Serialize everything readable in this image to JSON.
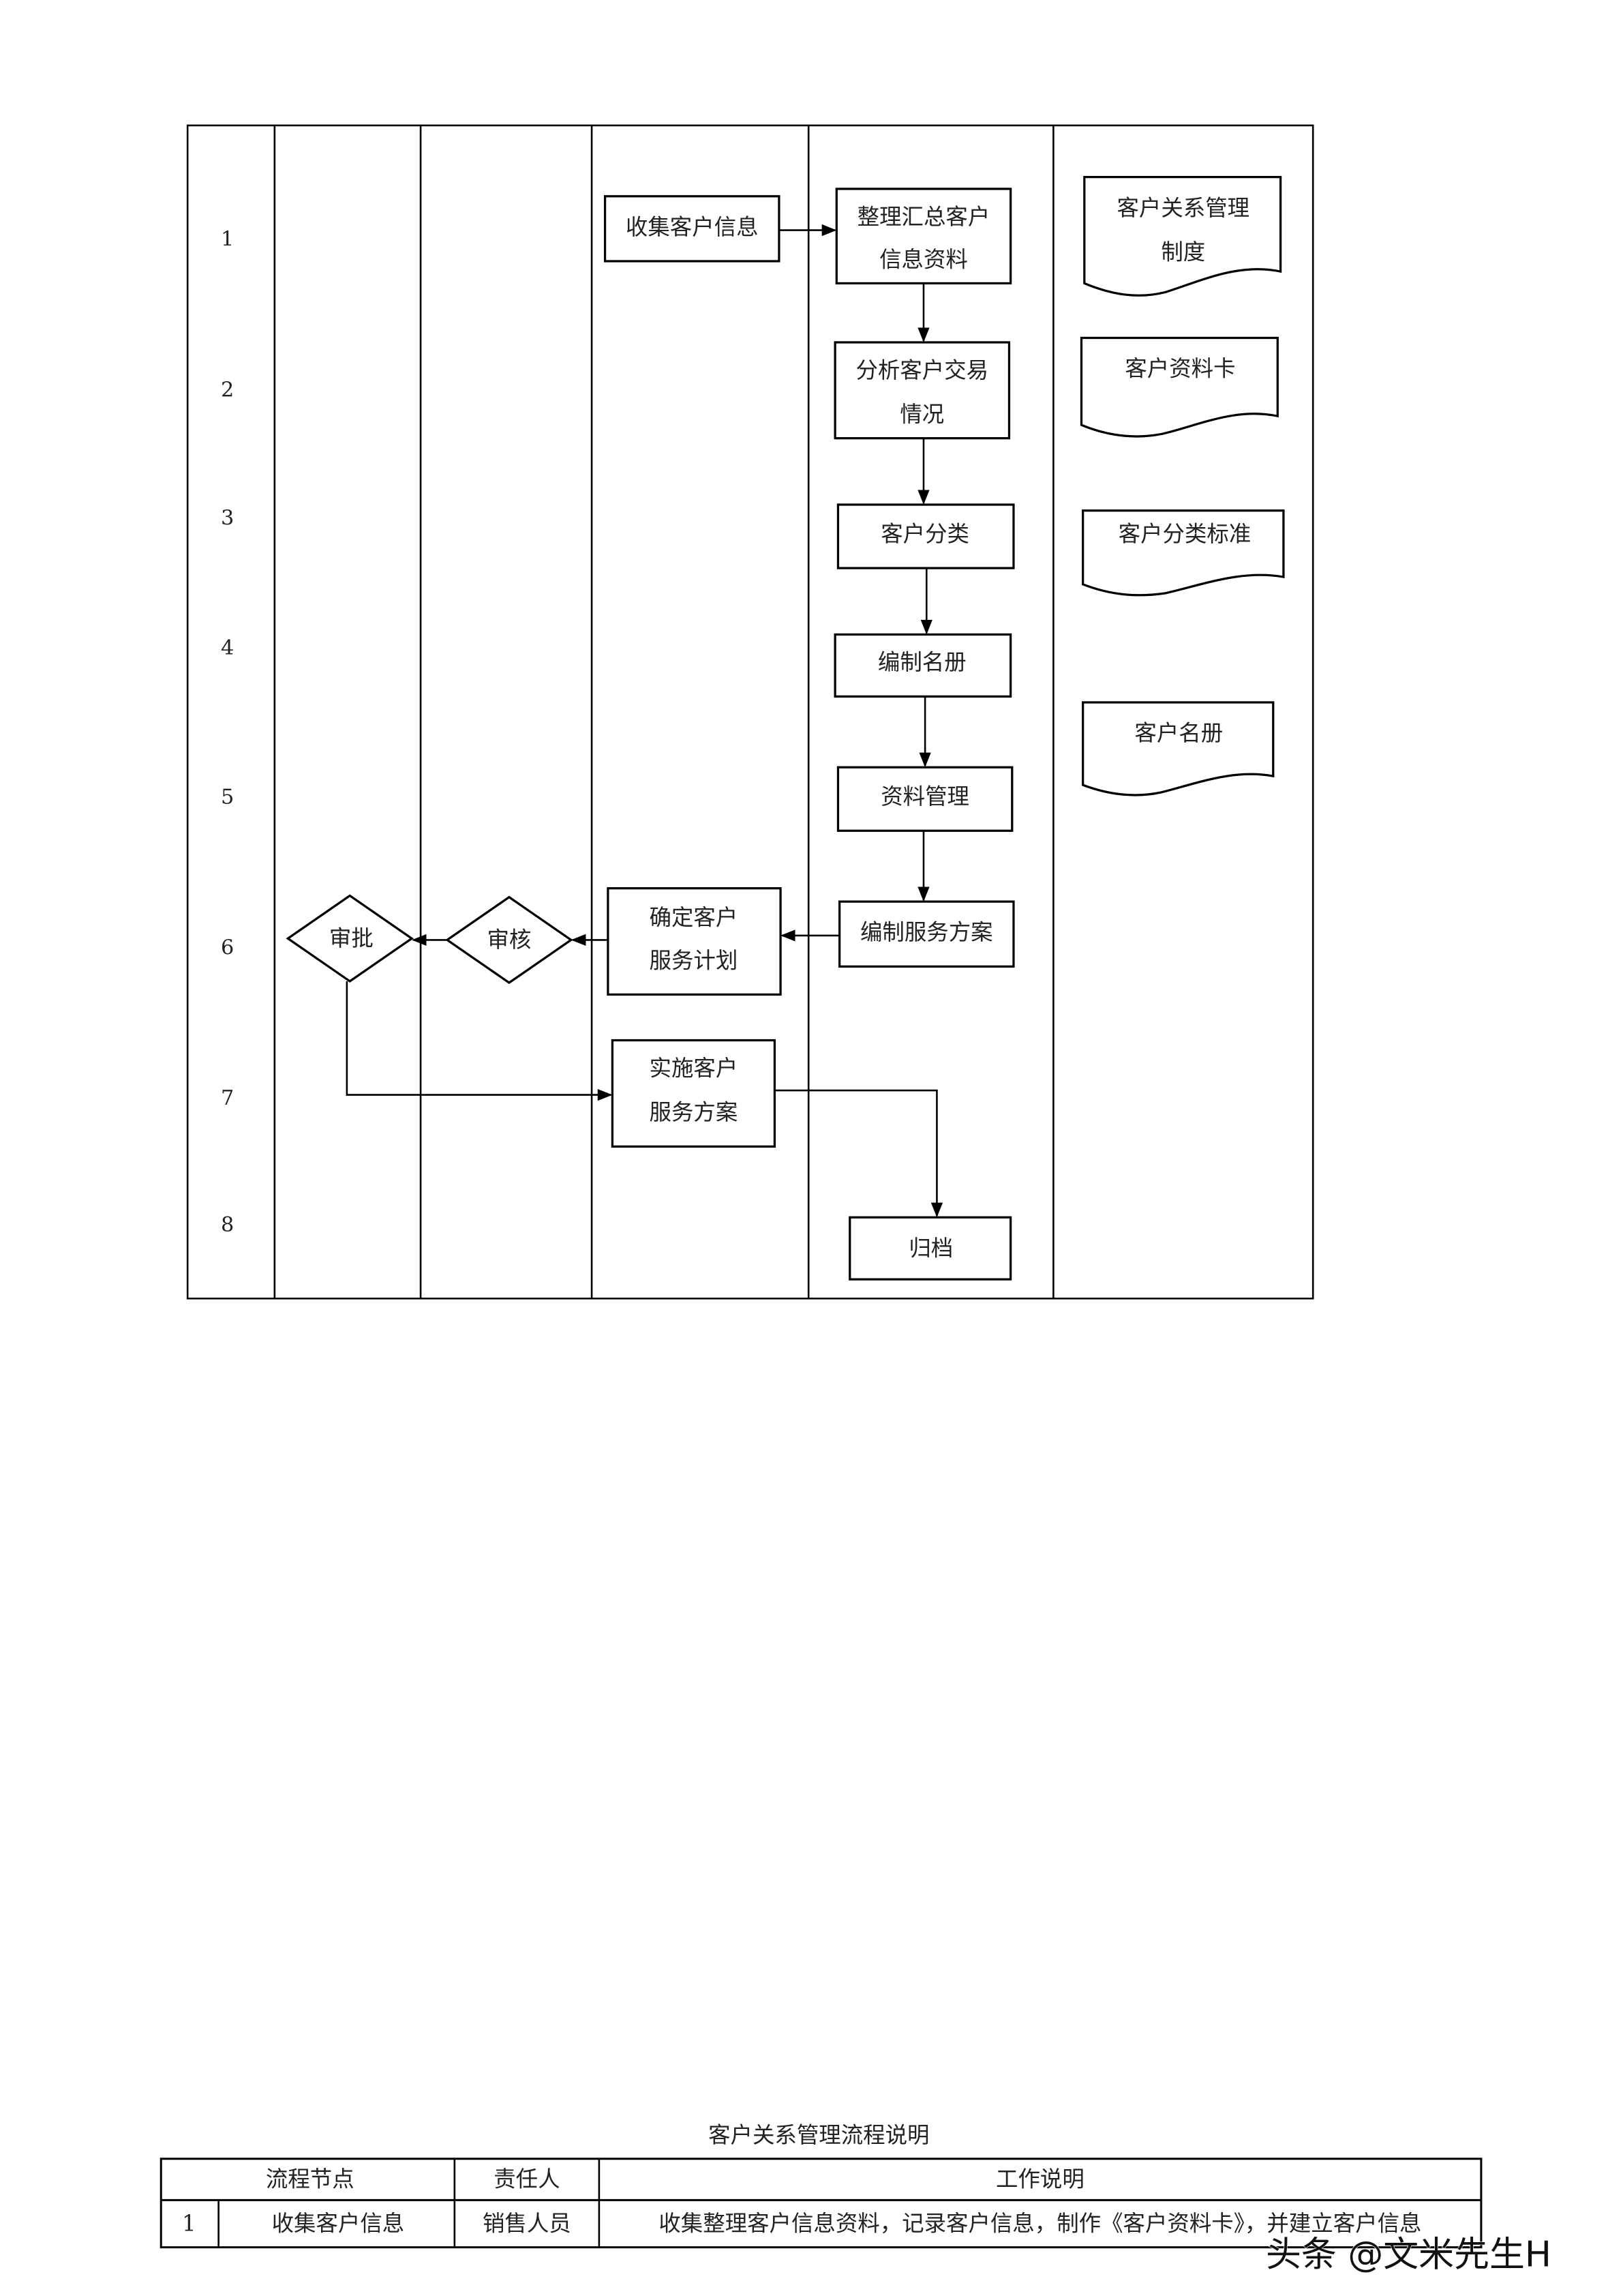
{
  "flowchart": {
    "row_numbers": [
      "1",
      "2",
      "3",
      "4",
      "5",
      "6",
      "7",
      "8"
    ],
    "steps": {
      "collect": [
        "收集客户信息"
      ],
      "organize": [
        "整理汇总客户",
        "信息资料"
      ],
      "analyze": [
        "分析客户交易",
        "情况"
      ],
      "classify": [
        "客户分类"
      ],
      "roster": [
        "编制名册"
      ],
      "data_mgmt": [
        "资料管理"
      ],
      "service_plan": [
        "编制服务方案"
      ],
      "confirm_plan": [
        "确定客户",
        "服务计划"
      ],
      "review": [
        "审核"
      ],
      "approve": [
        "审批"
      ],
      "implement": [
        "实施客户",
        "服务方案"
      ],
      "archive": [
        "归档"
      ]
    },
    "documents": {
      "policy": [
        "客户关系管理",
        "制度"
      ],
      "card": [
        "客户资料卡"
      ],
      "standard": [
        "客户分类标准"
      ],
      "roster": [
        "客户名册"
      ]
    }
  },
  "description_table": {
    "title": "客户关系管理流程说明",
    "headers": [
      "流程节点",
      "责任人",
      "工作说明"
    ],
    "rows": [
      {
        "no": "1",
        "node": "收集客户信息",
        "owner": "销售人员",
        "desc": "收集整理客户信息资料，记录客户信息，制作《客户资料卡》，并建立客户信息"
      }
    ]
  },
  "watermark": "头条 @文米先生H"
}
